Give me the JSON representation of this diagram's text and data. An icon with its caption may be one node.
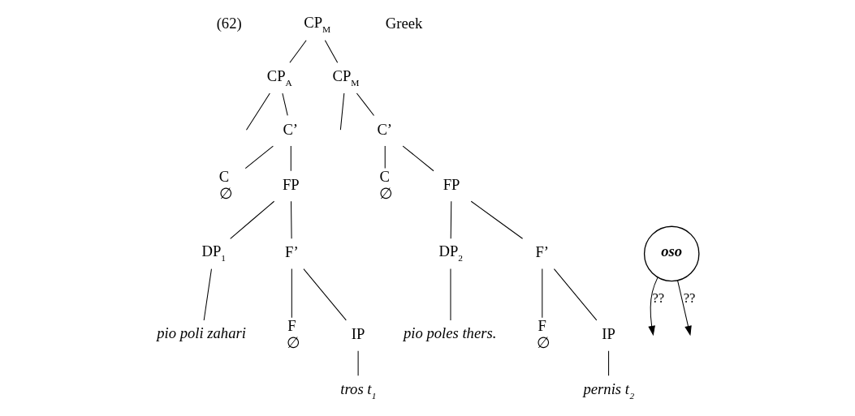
{
  "diagram": {
    "nodes": [
      {
        "text": [
          "CP$_{M}$"
        ]
      },
      {
        "text": [
          "CP$_{A}$"
        ]
      },
      {
        "text": [
          "CP$_{M}$"
        ]
      },
      {
        "text": [
          "C’"
        ]
      },
      {
        "text": [
          "C’"
        ]
      },
      {
        "text": [
          "C",
          "∅"
        ]
      },
      {
        "text": [
          "FP"
        ]
      },
      {
        "text": [
          "C",
          "∅"
        ]
      },
      {
        "text": [
          "FP"
        ]
      },
      {
        "text": [
          "oso"
        ]
      },
      {
        "text": [
          "DP$_{1}$"
        ]
      },
      {
        "text": [
          "F’"
        ]
      },
      {
        "text": [
          "DP$_{2}$"
        ]
      },
      {
        "text": [
          "F’"
        ]
      },
      {
        "text": [
          "pio poli zahari"
        ]
      },
      {
        "text": [
          "F",
          "∅"
        ]
      },
      {
        "text": [
          "IP"
        ]
      },
      {
        "text": [
          "pio poles thers."
        ]
      },
      {
        "text": [
          "F",
          "∅"
        ]
      },
      {
        "text": [
          "IP"
        ]
      },
      {
        "text": [
          "tros t$_{1}$"
        ]
      },
      {
        "text": [
          "pernis t$_{2}$"
        ]
      }
    ],
    "edges": [
      {
        "from": 0,
        "to": 1,
        "arrow": "none"
      },
      {
        "from": 0,
        "to": 2,
        "arrow": "none"
      },
      {
        "from": 1,
        "to": null,
        "arrow": "none"
      },
      {
        "from": 1,
        "to": 3,
        "arrow": "none"
      },
      {
        "from": 2,
        "to": null,
        "arrow": "none"
      },
      {
        "from": 2,
        "to": 4,
        "arrow": "none"
      },
      {
        "from": 3,
        "to": 5,
        "arrow": "none"
      },
      {
        "from": 3,
        "to": 6,
        "arrow": "none"
      },
      {
        "from": 4,
        "to": 7,
        "arrow": "none"
      },
      {
        "from": 4,
        "to": 8,
        "arrow": "none"
      },
      {
        "from": 9,
        "to": null,
        "arrow": "to",
        "label": "??"
      },
      {
        "from": 9,
        "to": null,
        "arrow": "to",
        "label": "??"
      },
      {
        "from": 6,
        "to": 10,
        "arrow": "none"
      },
      {
        "from": 6,
        "to": 11,
        "arrow": "none"
      },
      {
        "from": 8,
        "to": 12,
        "arrow": "none"
      },
      {
        "from": 8,
        "to": 13,
        "arrow": "none"
      },
      {
        "from": 10,
        "to": 14,
        "arrow": "none"
      },
      {
        "from": 11,
        "to": 15,
        "arrow": "none"
      },
      {
        "from": 11,
        "to": 16,
        "arrow": "none"
      },
      {
        "from": 12,
        "to": 17,
        "arrow": "none"
      },
      {
        "from": 13,
        "to": 18,
        "arrow": "none"
      },
      {
        "from": 13,
        "to": 19,
        "arrow": "none"
      },
      {
        "from": 16,
        "to": 20,
        "arrow": "none"
      },
      {
        "from": 19,
        "to": 21,
        "arrow": "none"
      }
    ],
    "labels": [
      "(62)",
      "Greek"
    ]
  }
}
